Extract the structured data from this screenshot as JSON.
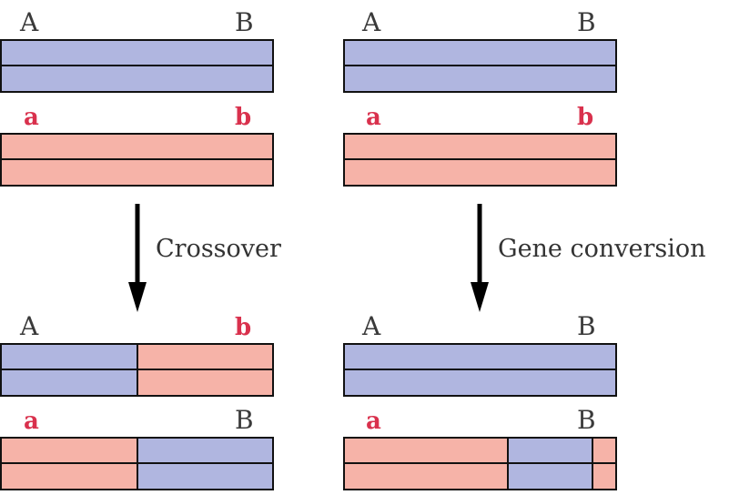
{
  "colors": {
    "blue": "#b0b6e0",
    "red": "#f6b3a8",
    "lowercase_label": "#d9314d"
  },
  "panels": {
    "crossover": {
      "before": {
        "top_labels": {
          "left": "A",
          "right": "B"
        },
        "bottom_labels": {
          "left": "a",
          "right": "b"
        }
      },
      "step_label": "Crossover",
      "after": {
        "top_labels": {
          "left": "A",
          "right": "b"
        },
        "bottom_labels": {
          "left": "a",
          "right": "B"
        }
      }
    },
    "gene_conversion": {
      "before": {
        "top_labels": {
          "left": "A",
          "right": "B"
        },
        "bottom_labels": {
          "left": "a",
          "right": "b"
        }
      },
      "step_label": "Gene conversion",
      "after": {
        "top_labels": {
          "left": "A",
          "right": "B"
        },
        "bottom_labels": {
          "left": "a",
          "right": "B"
        }
      }
    }
  }
}
